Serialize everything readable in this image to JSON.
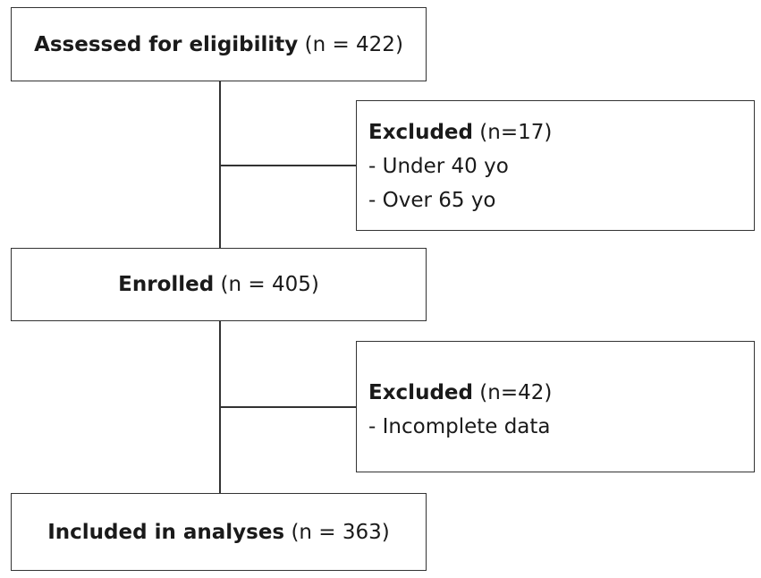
{
  "boxes": {
    "assessed": {
      "label": "Assessed for eligibility",
      "count": "(n = 422)"
    },
    "excluded_1": {
      "label": "Excluded",
      "count": "(n=17)",
      "items": [
        "- Under 40 yo",
        "- Over 65 yo"
      ]
    },
    "enrolled": {
      "label": "Enrolled",
      "count": "(n = 405)"
    },
    "excluded_2": {
      "label": "Excluded",
      "count": "(n=42)",
      "items": [
        "- Incomplete data"
      ]
    },
    "included": {
      "label": "Included in analyses",
      "count": "(n = 363)"
    }
  }
}
